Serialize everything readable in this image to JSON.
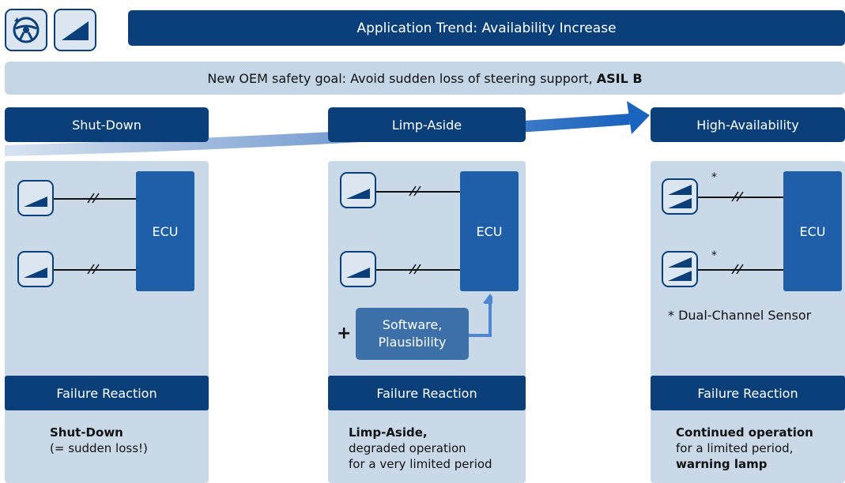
{
  "icons": [
    "steering-wheel-icon",
    "ramp-sensor-icon"
  ],
  "colors": {
    "dark_blue": "#0b3f7a",
    "ecu_blue": "#1f5ea8",
    "panel_blue": "#c9d9e8",
    "pale_bar": "#c5d6e6",
    "sw_box": "#3d6fa8"
  },
  "trend_bar": "Application Trend: Availability Increase",
  "safety_goal": {
    "prefix": "New OEM safety goal: Avoid sudden loss of steering support, ",
    "bold": "ASIL B"
  },
  "columns": [
    {
      "header": "Shut-Down",
      "ecu": "ECU",
      "failure_label": "Failure Reaction",
      "desc_bold": "Shut-Down",
      "desc_lines": [
        "(= sudden loss!)"
      ]
    },
    {
      "header": "Limp-Aside",
      "ecu": "ECU",
      "failure_label": "Failure Reaction",
      "plus": "+",
      "software_box": [
        "Software,",
        "Plausibility"
      ],
      "desc_bold": "Limp-Aside,",
      "desc_lines": [
        "degraded operation",
        "for a very limited period"
      ]
    },
    {
      "header": "High-Availability",
      "ecu": "ECU",
      "failure_label": "Failure Reaction",
      "sensor_marker": "*",
      "footnote": "* Dual-Channel Sensor",
      "desc_bold": "Continued operation",
      "desc_lines": [
        "for a limited period,"
      ],
      "desc_bold_end": "warning lamp"
    }
  ]
}
